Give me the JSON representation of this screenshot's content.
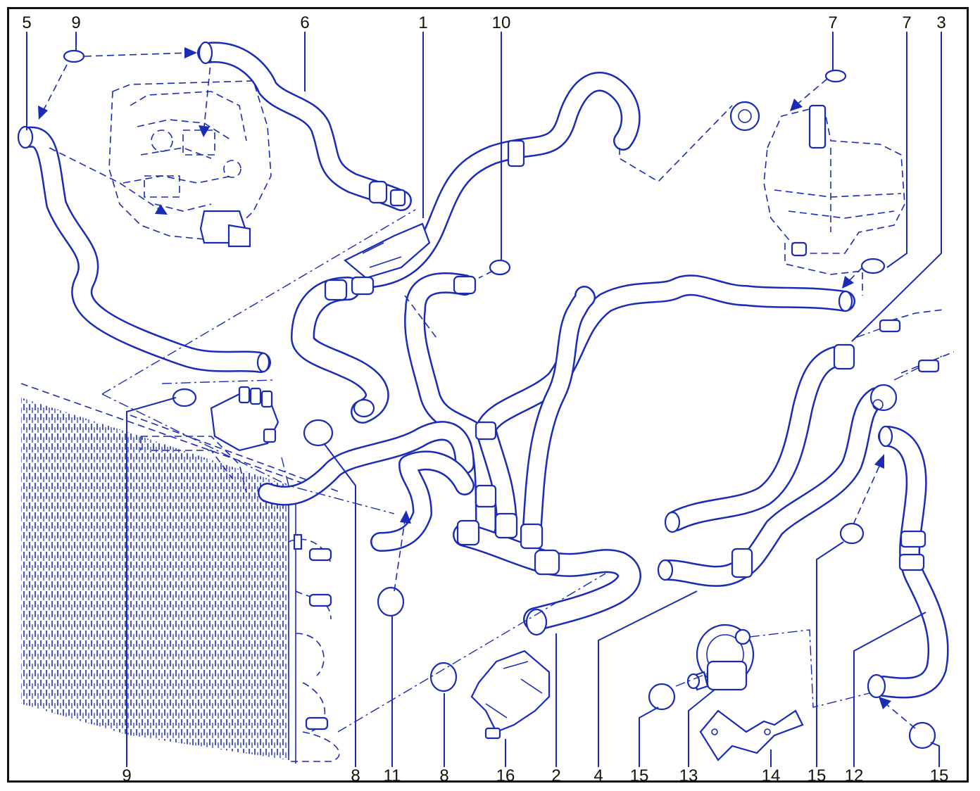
{
  "callouts": {
    "top": [
      "5",
      "9",
      "6",
      "1",
      "10",
      "7",
      "7",
      "3"
    ],
    "bottom": [
      "9",
      "8",
      "11",
      "8",
      "16",
      "2",
      "4",
      "15",
      "13",
      "14",
      "15",
      "12",
      "15"
    ]
  },
  "colors": {
    "line": "#1a2bb8",
    "text": "#111111",
    "border": "#111111",
    "background": "#ffffff"
  },
  "icons": [
    "hose-clamp-icon",
    "coolant-pump-icon",
    "expansion-tank-icon",
    "radiator-icon",
    "bracket-icon",
    "thermostat-housing-icon"
  ]
}
